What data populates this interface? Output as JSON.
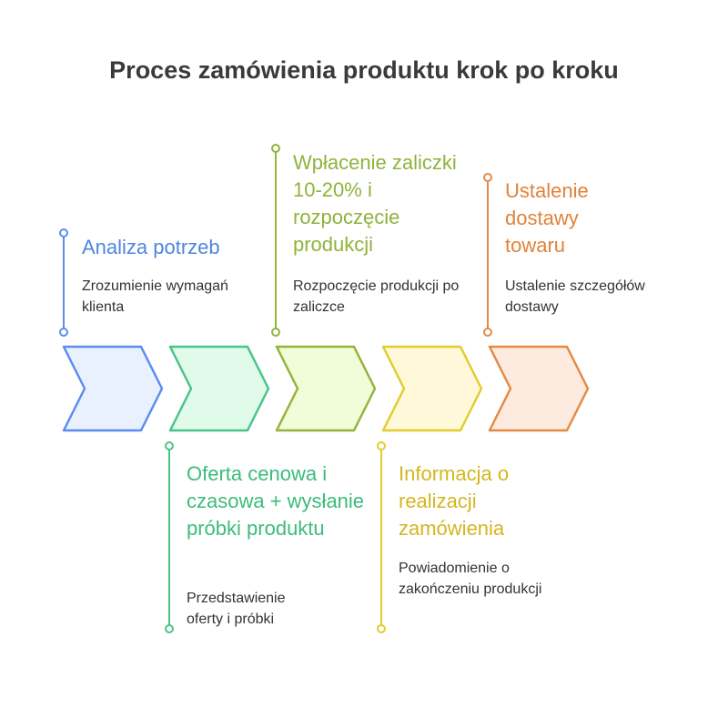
{
  "title": "Proces zamówienia produktu krok po kroku",
  "steps": [
    {
      "title": "Analiza potrzeb",
      "desc": "Zrozumienie wymagań klienta",
      "color": "#4f86e0",
      "stroke": "#5b8def",
      "fill": "#eaf1fe"
    },
    {
      "title": "Oferta cenowa i czasowa + wysłanie próbki produktu",
      "desc": "Przedstawienie oferty i próbki",
      "color": "#3dbb7c",
      "stroke": "#4cc38a",
      "fill": "#e0fbea"
    },
    {
      "title": "Wpłacenie zaliczki 10-20% i rozpoczęcie produkcji",
      "desc": "Rozpoczęcie produkcji po zaliczce",
      "color": "#8fb33b",
      "stroke": "#94b43c",
      "fill": "#f1fcd8"
    },
    {
      "title": "Informacja o realizacji zamówienia",
      "desc": "Powiadomienie o zakończeniu produkcji",
      "color": "#d4b620",
      "stroke": "#e3cc2e",
      "fill": "#fff9d9"
    },
    {
      "title": "Ustalenie dostawy towaru",
      "desc": "Ustalenie szczegółów dostawy",
      "color": "#e0823a",
      "stroke": "#e58a45",
      "fill": "#fdebe0"
    }
  ]
}
